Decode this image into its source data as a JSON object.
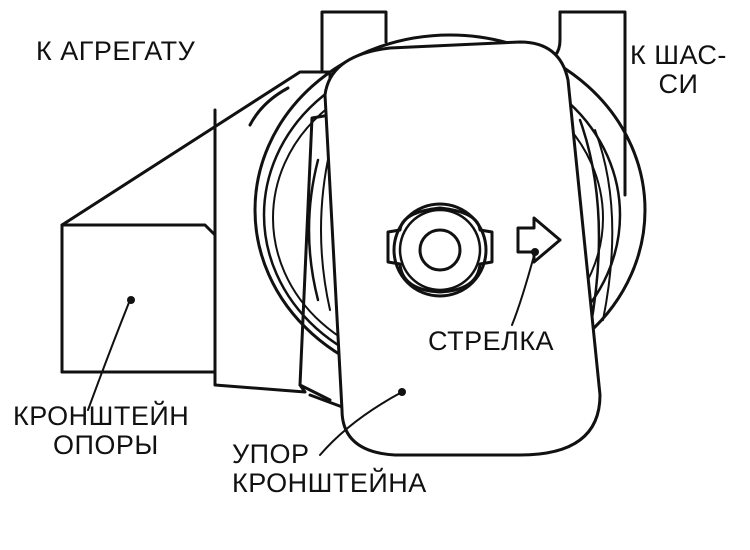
{
  "colors": {
    "ink": "#111111",
    "paper": "#ffffff"
  },
  "labels": {
    "to_unit": "К АГРЕГАТУ",
    "to_chassis": [
      "К ШАС-",
      "СИ"
    ],
    "arrow": "СТРЕЛКА",
    "bracket": [
      "КРОНШТЕЙН",
      "ОПОРЫ"
    ],
    "stop": [
      "УПОР",
      "КРОНШТЕЙНА"
    ]
  }
}
